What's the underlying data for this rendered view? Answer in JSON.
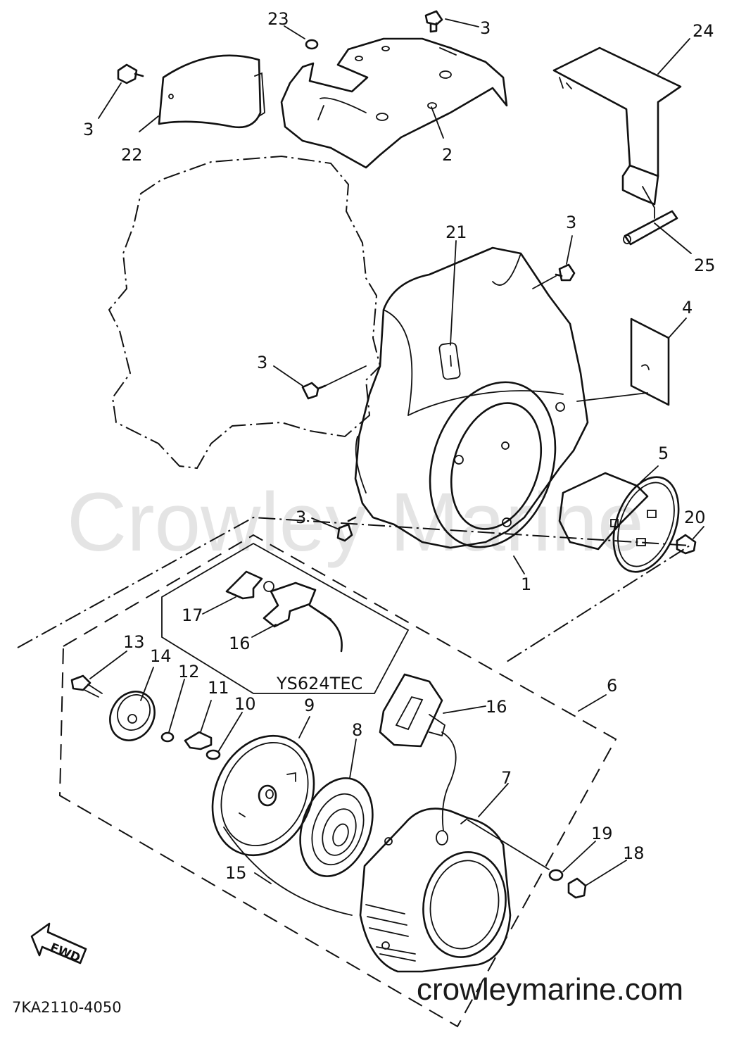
{
  "watermark": "Crowley Marine",
  "website": "crowleymarine.com",
  "diagram_code": "7KA2110-4050",
  "model_label": "YS624TEC",
  "fwd_label": "FWD",
  "callouts": {
    "c1": "1",
    "c2": "2",
    "c3a": "3",
    "c3b": "3",
    "c3c": "3",
    "c3d": "3",
    "c3e": "3",
    "c4": "4",
    "c5": "5",
    "c6": "6",
    "c7": "7",
    "c8": "8",
    "c9": "9",
    "c10": "10",
    "c11": "11",
    "c12": "12",
    "c13": "13",
    "c14": "14",
    "c15": "15",
    "c16a": "16",
    "c16b": "16",
    "c17": "17",
    "c18": "18",
    "c19": "19",
    "c20": "20",
    "c21": "21",
    "c22": "22",
    "c23": "23",
    "c24": "24",
    "c25": "25"
  }
}
